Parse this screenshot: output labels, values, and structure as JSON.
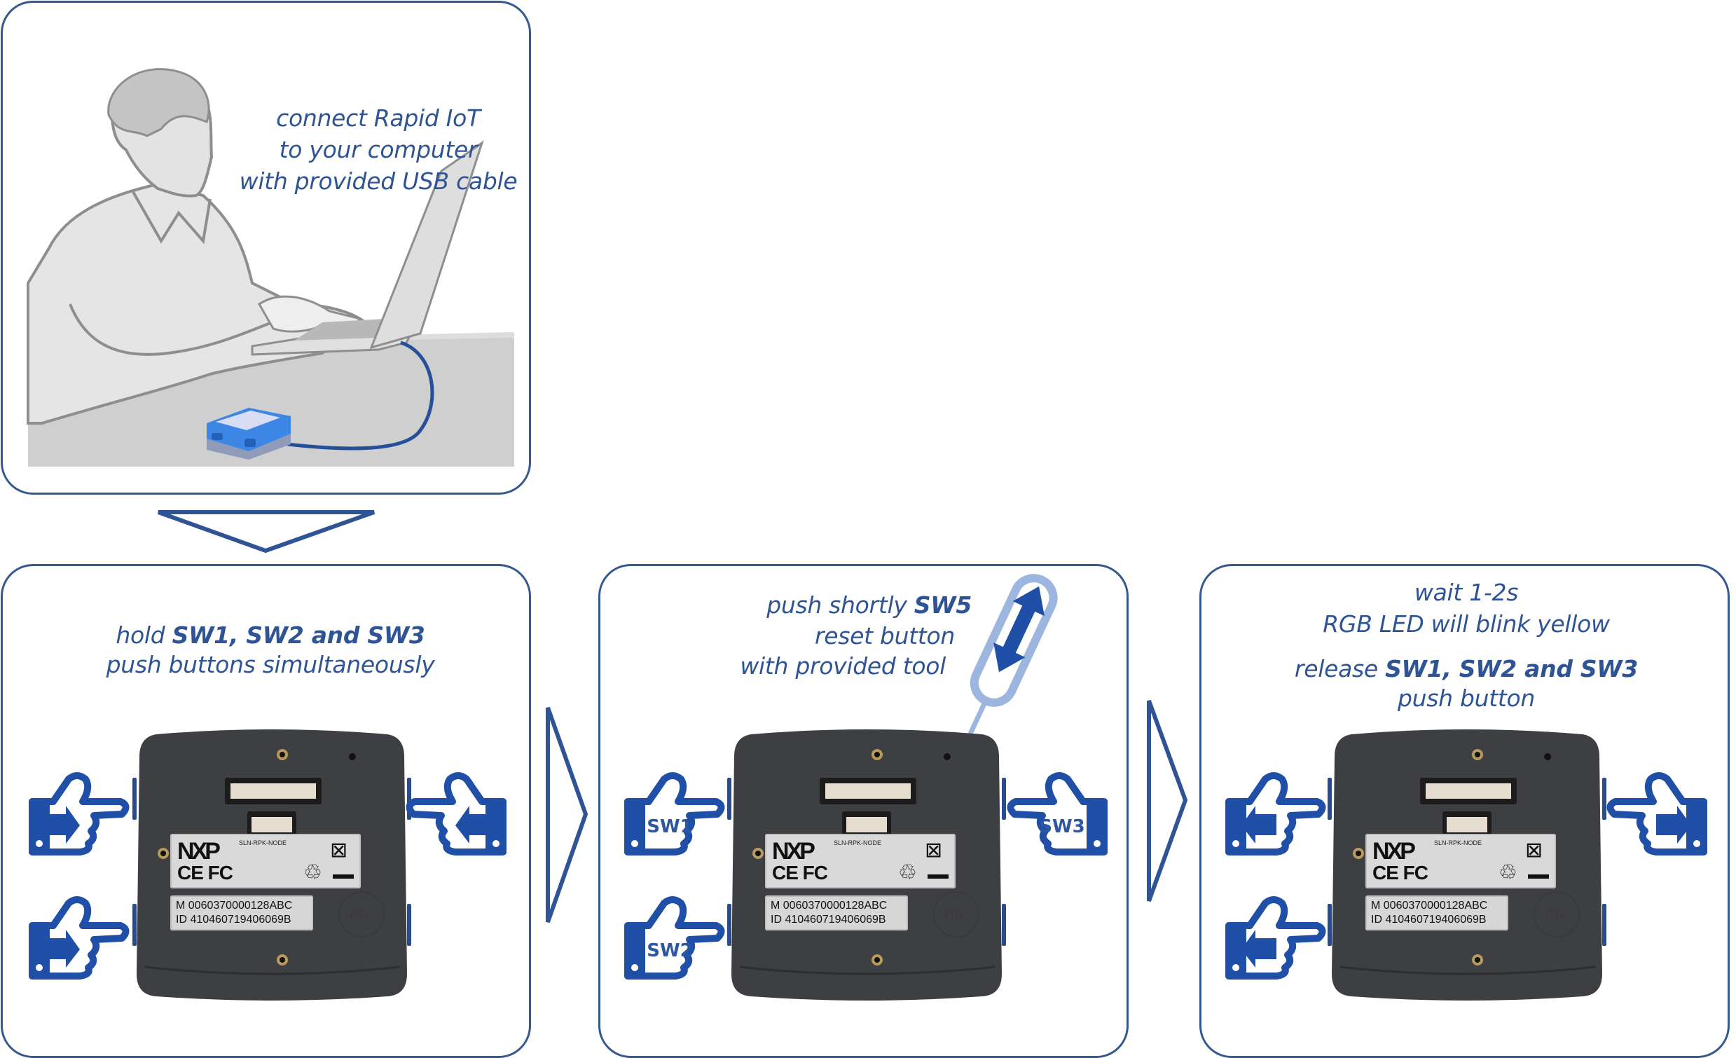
{
  "colors": {
    "accent": "#2f5496",
    "border": "#35598f",
    "hand_blue": "#1f4fa6",
    "device_body": "#3d3f42",
    "rapid_iot_blue": "#3c86e6",
    "table_gray": "#cfcfcf",
    "cable_blue": "#264f9a"
  },
  "steps": [
    {
      "id": "connect",
      "caption_lines": [
        "connect Rapid IoT",
        "to your computer",
        "with provided USB cable"
      ]
    },
    {
      "id": "hold",
      "caption_line1_prefix": "hold ",
      "caption_line1_bold": "SW1, SW2 and SW3",
      "caption_line2": "push buttons simultaneously",
      "hand_arrow_direction": "inward"
    },
    {
      "id": "reset",
      "caption_line1_prefix": "push shortly ",
      "caption_line1_bold": "SW5",
      "caption_line2": "reset button",
      "caption_line3": "with provided tool",
      "hand_labels": [
        "SW1",
        "SW2",
        "SW3"
      ]
    },
    {
      "id": "release",
      "caption_line1": "wait 1-2s",
      "caption_line2": "RGB LED will blink yellow",
      "caption_line3_prefix": "release ",
      "caption_line3_bold": "SW1, SW2 and SW3",
      "caption_line4": "push button",
      "hand_arrow_direction": "outward"
    }
  ],
  "device_label": {
    "brand": "NXP",
    "model": "SLN-RPK-NODE",
    "certifications": "CE FC",
    "recycle_icon": "recycle-icon",
    "weee_icon": "weee-bin-icon",
    "serial_m": "M 0060370000128ABC",
    "serial_id": "ID 410460719406069B",
    "nfc": "nfc"
  },
  "icons": {
    "flow_down": "triangle-down-icon",
    "flow_right": "triangle-right-icon",
    "pointing_hand": "pointing-hand-icon",
    "sim_tool": "sim-eject-tool-icon"
  }
}
